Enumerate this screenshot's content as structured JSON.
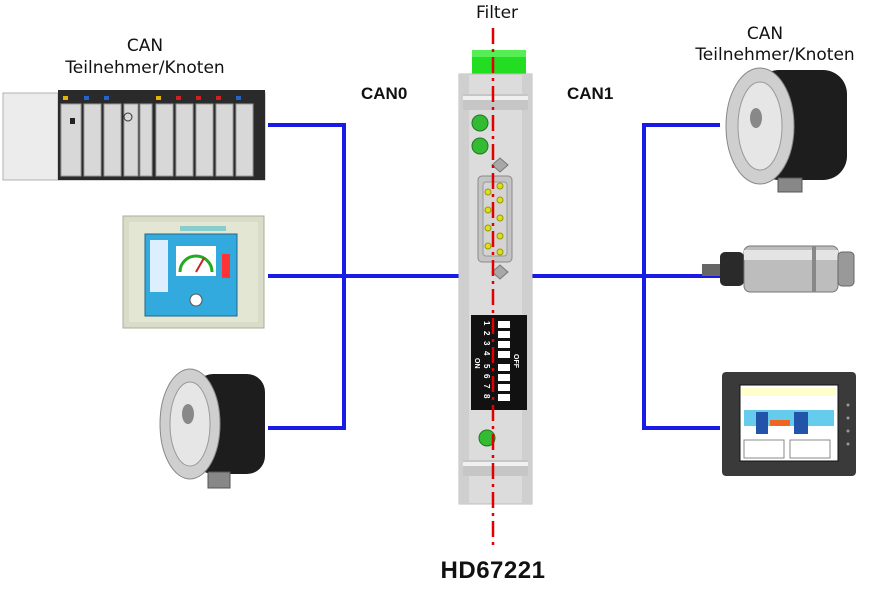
{
  "labels": {
    "filter": "Filter",
    "left_caption_line1": "CAN",
    "left_caption_line2": "Teilnehmer/Knoten",
    "right_caption_line1": "CAN",
    "right_caption_line2": "Teilnehmer/Knoten",
    "can0": "CAN0",
    "can1": "CAN1",
    "model": "HD67221"
  },
  "dip_switch_numbers": [
    "1",
    "2",
    "3",
    "4",
    "5",
    "6",
    "7",
    "8"
  ],
  "dip_switch_labels": {
    "on": "ON",
    "off": "OFF"
  },
  "left_devices": [
    "plc-rack",
    "hmi-panel",
    "rotary-encoder"
  ],
  "right_devices": [
    "rotary-encoder",
    "motor-sensor",
    "hmi-touch-panel"
  ],
  "colors": {
    "bus_line": "#1a1ae6",
    "filter_line": "#e00000",
    "connector_green": "#22dd22",
    "led_green": "#33bb33",
    "device_body": "#e4e4e4"
  }
}
